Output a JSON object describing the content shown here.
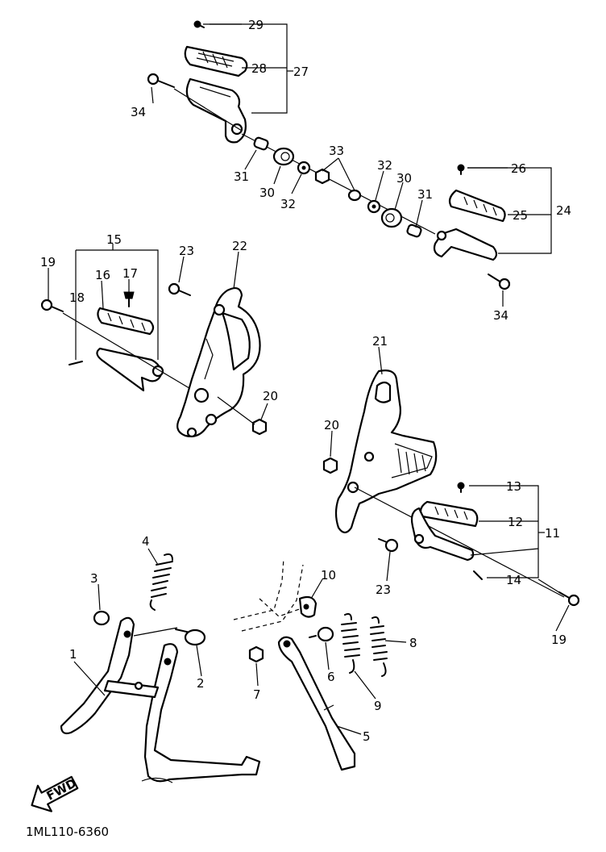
{
  "labels": {
    "l1": "1",
    "l2": "2",
    "l3": "3",
    "l4": "4",
    "l5": "5",
    "l6": "6",
    "l7": "7",
    "l8": "8",
    "l9": "9",
    "l10": "10",
    "l11": "11",
    "l12": "12",
    "l13": "13",
    "l14": "14",
    "l15": "15",
    "l16": "16",
    "l17": "17",
    "l18": "18",
    "l19a": "19",
    "l19b": "19",
    "l20a": "20",
    "l20b": "20",
    "l21": "21",
    "l22": "22",
    "l23a": "23",
    "l23b": "23",
    "l24": "24",
    "l25": "25",
    "l26": "26",
    "l27": "27",
    "l28": "28",
    "l29": "29",
    "l30a": "30",
    "l30b": "30",
    "l31a": "31",
    "l31b": "31",
    "l32a": "32",
    "l32b": "32",
    "l33": "33",
    "l34a": "34",
    "l34b": "34"
  },
  "fwd_label": "FWD",
  "catalog_code": "1ML110-6360"
}
